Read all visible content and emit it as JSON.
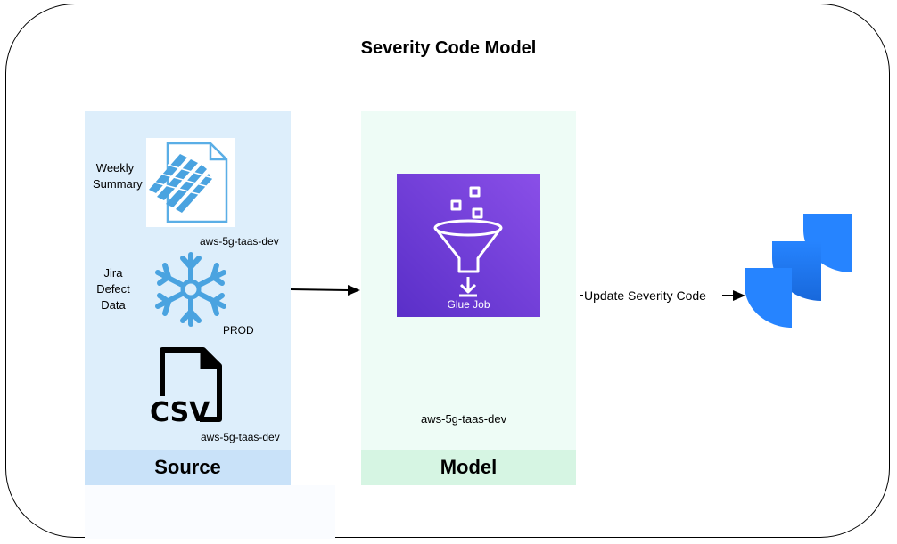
{
  "title": "Severity Code Model",
  "source": {
    "label": "Source",
    "items": [
      {
        "name": "Weekly\nSummary",
        "line1": "Weekly",
        "line2": "Summary",
        "account": "aws-5g-taas-dev",
        "icon": "summary-document-icon"
      },
      {
        "line1": "Jira",
        "line2": "Defect",
        "line3": "Data",
        "account": "PROD",
        "icon": "snowflake-icon"
      },
      {
        "icon_text": "CSV",
        "account": "aws-5g-taas-dev",
        "icon": "csv-file-icon"
      }
    ]
  },
  "model": {
    "label": "Model",
    "glue_label": "Glue Job",
    "account": "aws-5g-taas-dev",
    "glue_color": "#7b3fd6"
  },
  "target": {
    "edge_label": "Update Severity Code",
    "icon": "jira-logo-icon",
    "jira_color": "#2684ff"
  }
}
